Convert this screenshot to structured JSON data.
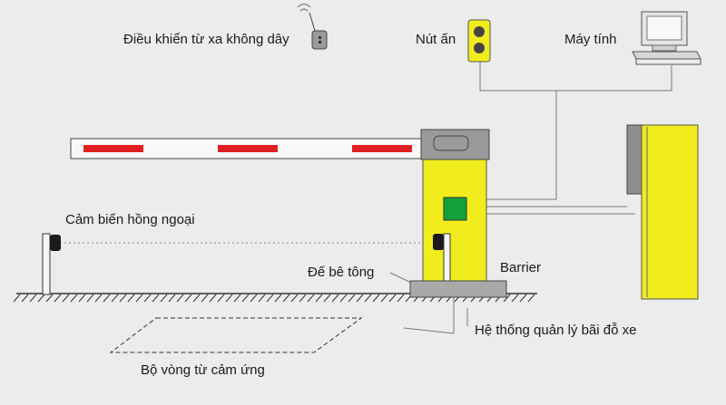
{
  "labels": {
    "remote": "Điều khiển từ xa không dây",
    "button": "Nút ấn",
    "computer": "Máy tính",
    "sensor": "Cảm biến hồng ngoại",
    "base": "Đế bê tông",
    "barrier": "Barrier",
    "system": "Hệ thống quản lý bãi đỗ xe",
    "loop": "Bộ vòng từ cảm ứng"
  },
  "colors": {
    "background": "#ececec",
    "barrier_yellow": "#f1ec1e",
    "boom_stripe": "#e02020",
    "controller_green": "#13a23a",
    "sensor_black": "#1a1a1a",
    "arm_gray": "#9a9a9a",
    "base_gray": "#a9a9a9"
  },
  "icons": [
    "wireless-remote-icon",
    "push-button-icon",
    "computer-icon"
  ]
}
